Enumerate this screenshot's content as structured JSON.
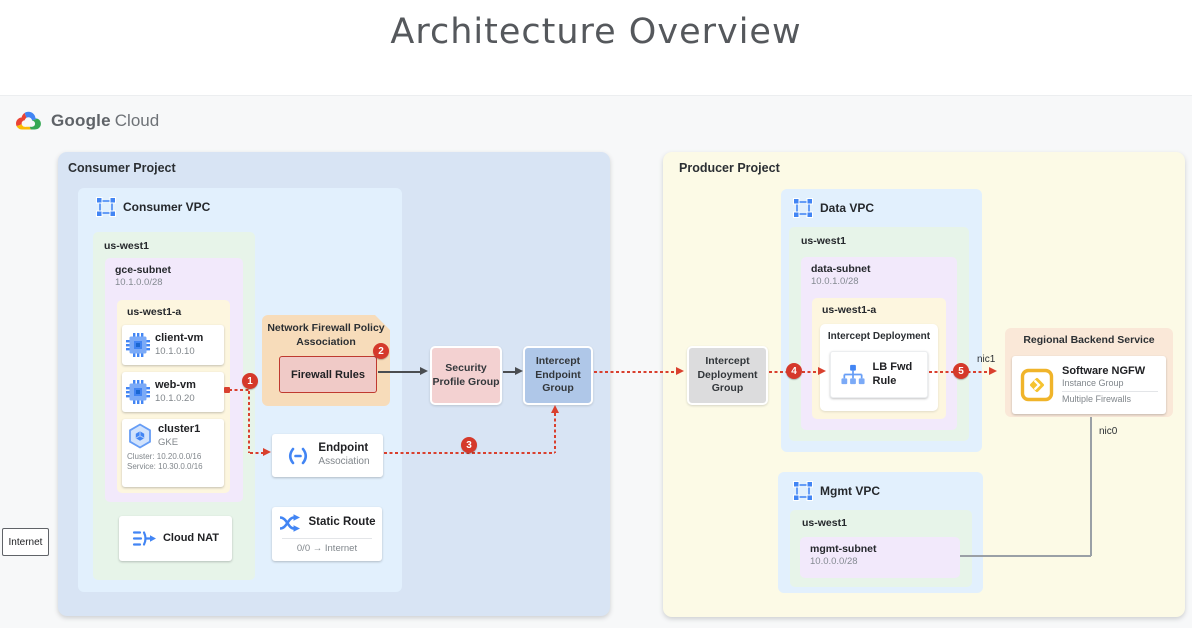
{
  "title": "Architecture Overview",
  "logo": {
    "part1": "Google",
    "part2": "Cloud"
  },
  "internet": {
    "label": "Internet"
  },
  "consumer": {
    "project_label": "Consumer Project",
    "vpc_label": "Consumer VPC",
    "region_label": "us-west1",
    "subnet_name": "gce-subnet",
    "subnet_cidr": "10.1.0.0/28",
    "zone_label": "us-west1-a",
    "client_vm": {
      "name": "client-vm",
      "ip": "10.1.0.10"
    },
    "web_vm": {
      "name": "web-vm",
      "ip": "10.1.0.20"
    },
    "cluster": {
      "name": "cluster1",
      "engine": "GKE",
      "cluster_range": "Cluster: 10.20.0.0/16",
      "service_range": "Service: 10.30.0.0/16"
    },
    "cloud_nat_label": "Cloud NAT",
    "firewall_policy": {
      "title": "Network Firewall Policy Association",
      "rules_label": "Firewall Rules"
    },
    "endpoint": {
      "title": "Endpoint",
      "subtitle": "Association"
    },
    "static_route": {
      "title": "Static Route",
      "subtitle": "0/0 → Internet"
    },
    "security_profile_group": "Security Profile Group",
    "intercept_endpoint_group": "Intercept Endpoint Group"
  },
  "producer": {
    "project_label": "Producer Project",
    "intercept_deployment_group": "Intercept Deployment Group",
    "data_vpc": {
      "vpc_label": "Data VPC",
      "region_label": "us-west1",
      "subnet_name": "data-subnet",
      "subnet_cidr": "10.0.1.0/28",
      "zone_label": "us-west1-a",
      "deployment_label": "Intercept Deployment",
      "lb_fwd_rule": "LB Fwd Rule"
    },
    "mgmt_vpc": {
      "vpc_label": "Mgmt VPC",
      "region_label": "us-west1",
      "subnet_name": "mgmt-subnet",
      "subnet_cidr": "10.0.0.0/28"
    },
    "backend_service": {
      "title": "Regional Backend Service",
      "ngfw_title": "Software NGFW",
      "ngfw_sub1": "Instance Group",
      "ngfw_sub2": "Multiple Firewalls"
    },
    "nic0": "nic0",
    "nic1": "nic1"
  },
  "badges": [
    "1",
    "2",
    "3",
    "4",
    "5"
  ],
  "colors": {
    "flow_red": "#d5392b",
    "google_blue": "#4285f4",
    "ngfw_yellow": "#f4b400",
    "consumer_project_bg": "#d8e4f4",
    "producer_project_bg": "#fcfae6",
    "vpc_bg": "#e2f0fd",
    "region_bg": "#e7f4e9",
    "subnet_bg": "#f2e9fb",
    "zone_bg": "#fdf6df"
  }
}
